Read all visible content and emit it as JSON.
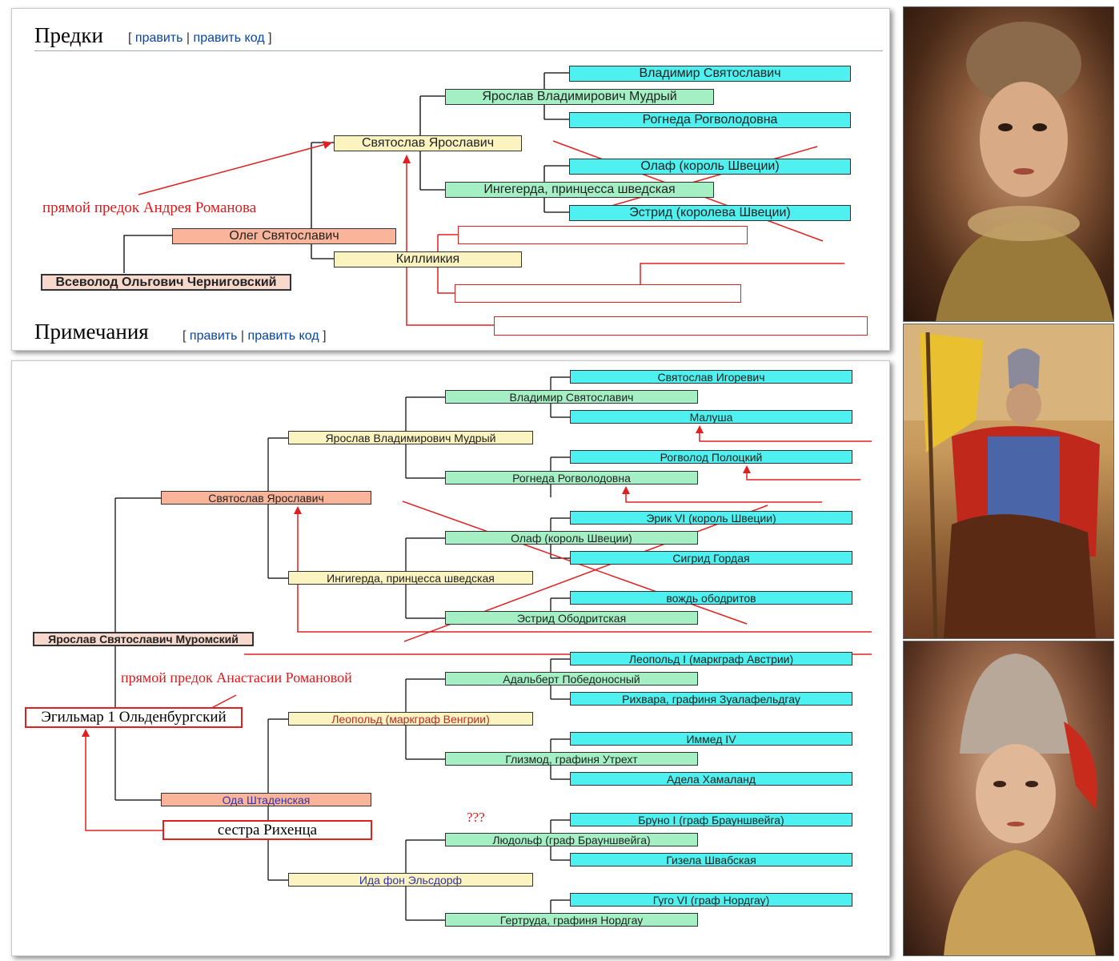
{
  "panel_top": {
    "heading": "Предки",
    "edit_open": "[",
    "edit_link": "править",
    "edit_sep": "|",
    "edit_code": "править код",
    "edit_close": "]",
    "heading2": "Примечания",
    "tree": {
      "root": "Всеволод Ольгович Черниговский",
      "father": "Олег Святославич",
      "gf": "Святослав Ярославич",
      "gm": "Киллиикия",
      "ggf": "Ярослав Владимирович Мудрый",
      "ggm": "Ингегерда, принцесса шведская",
      "g3_1": "Владимир Святославич",
      "g3_2": "Рогнеда Рогволодовна",
      "g3_3": "Олаф (король Швеции)",
      "g3_4": "Эстрид (королева Швеции)"
    },
    "annotation": "прямой предок Андрея Романова"
  },
  "panel_bottom": {
    "tree": {
      "root": "Ярослав Святославич Муромский",
      "f": "Святослав Ярославич",
      "m": "Ода Штаденская",
      "ff": "Ярослав Владимирович Мудрый",
      "fm": "Ингигерда, принцесса шведская",
      "mf": "Леопольд (маркграф Венгрии)",
      "mm": "Ида фон Эльсдорф",
      "fff": "Владимир Святославич",
      "ffm": "Рогнеда Рогволодовна",
      "fmf": "Олаф (король Швеции)",
      "fmm": "Эстрид Ободритская",
      "mff": "Адальберт Победоносный",
      "mfm": "Глизмод, графиня Утрехт",
      "mmf": "Людольф (граф Брауншвейга)",
      "mmm": "Гертруда, графиня Нордгау",
      "g4_1": "Святослав Игоревич",
      "g4_2": "Малуша",
      "g4_3": "Рогволод Полоцкий",
      "g4_4": "Эрик VI (король Швеции)",
      "g4_5": "Сигрид Гордая",
      "g4_6": "вождь ободритов",
      "g4_7": "Леопольд I (маркграф Австрии)",
      "g4_8": "Рихвара, графиня Зуалафельдгау",
      "g4_9": "Иммед IV",
      "g4_10": "Адела Хамаланд",
      "g4_11": "Бруно I (граф Брауншвейга)",
      "g4_12": "Гизела Швабская",
      "g4_13": "Гуго VI (граф Нордгау)"
    },
    "annotation": "прямой предок Анастасии Романовой",
    "egilmar": "Эгильмар 1 Ольденбургский",
    "sister": "сестра Рихенца",
    "question": "???"
  },
  "colors": {
    "cyan": "#4ff0f0",
    "green": "#a4f0c4",
    "yellow": "#fbf3c0",
    "salmon": "#f9b49a",
    "root": "#f6d8cc",
    "annotation_red": "#e0191b",
    "link_blue": "#0645ad"
  },
  "photos": [
    {
      "name": "portrait-woman-kokoshnik"
    },
    {
      "name": "armored-rider-with-banner"
    },
    {
      "name": "portrait-woman-jeweled-headdress"
    }
  ]
}
